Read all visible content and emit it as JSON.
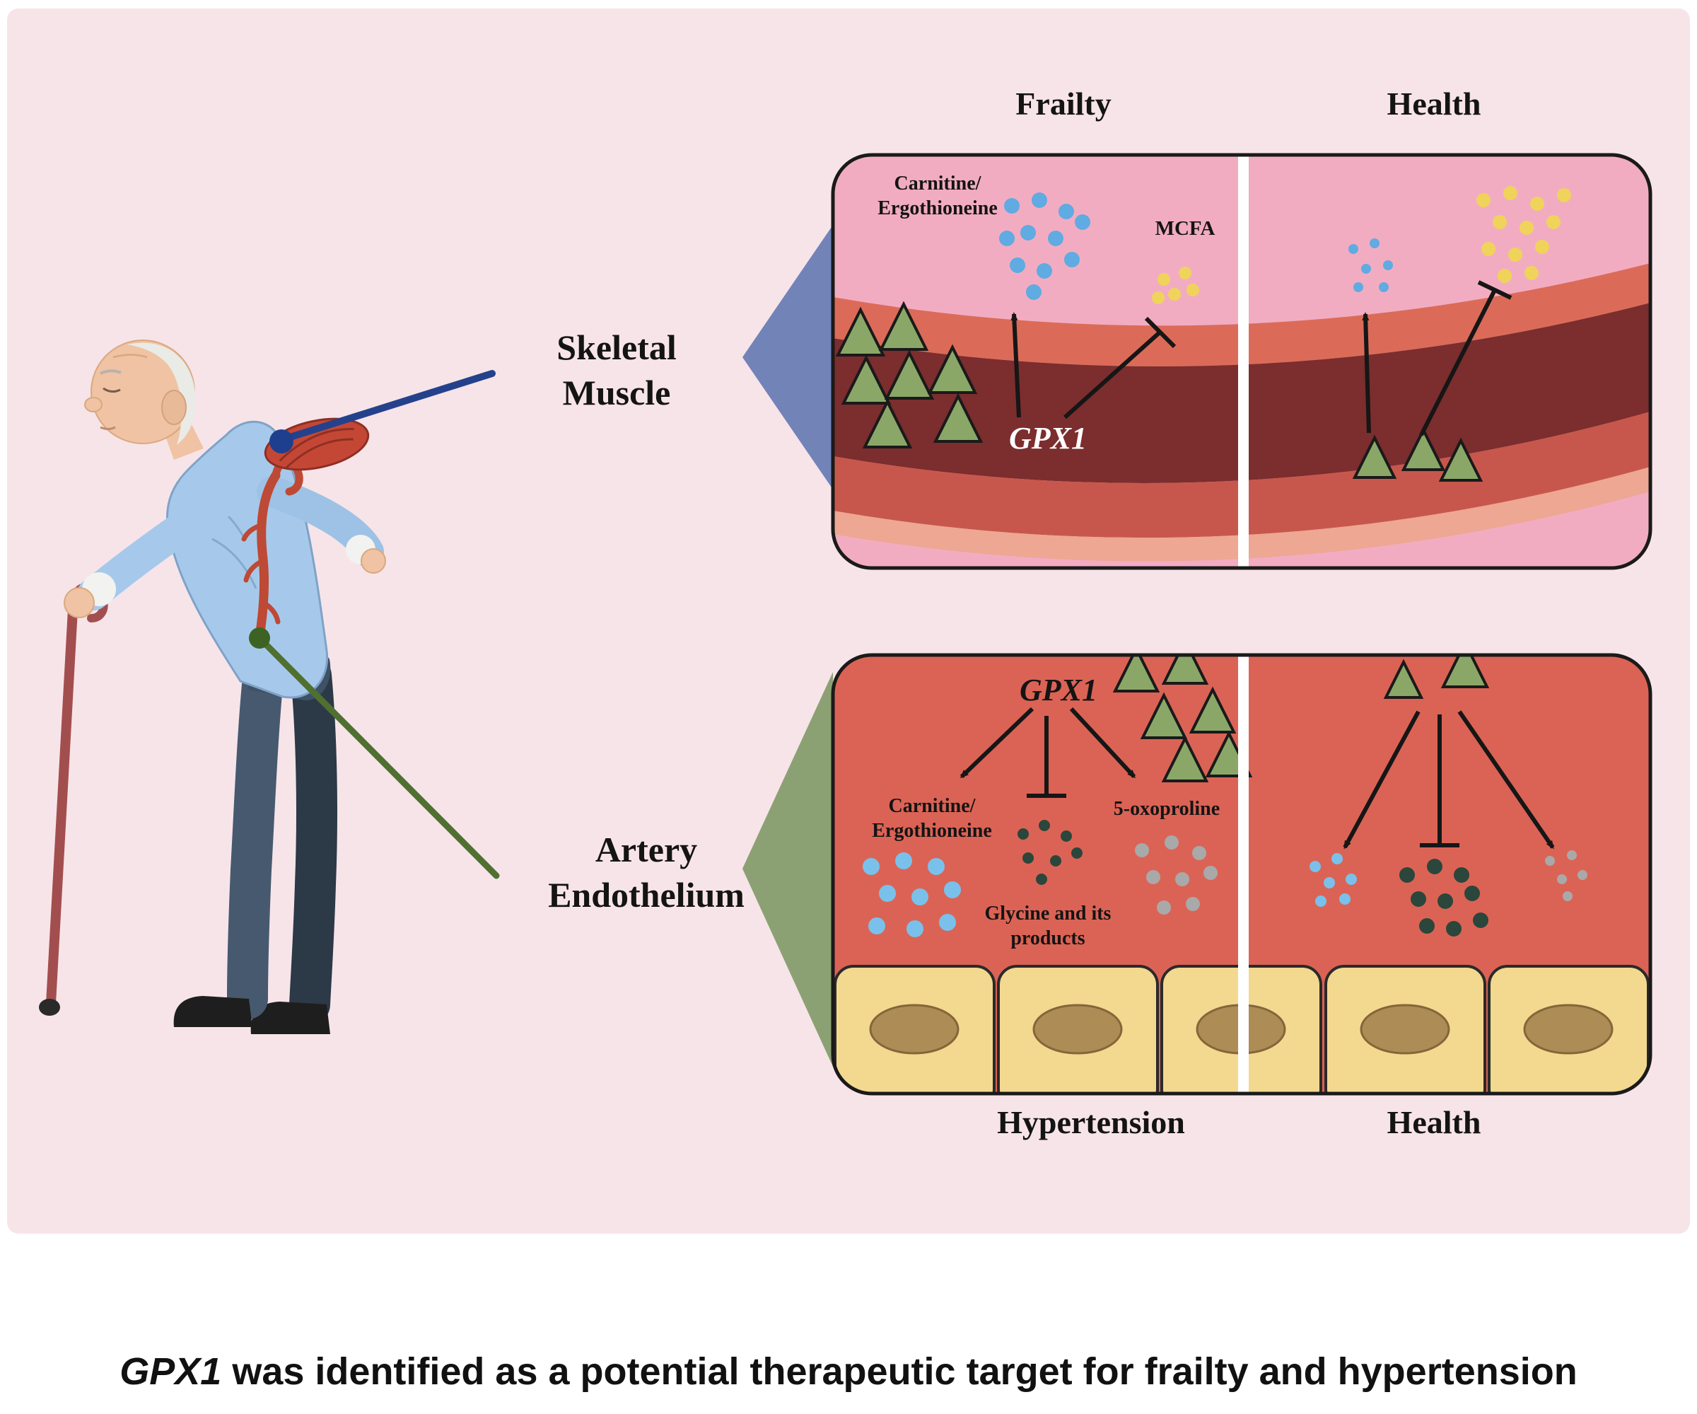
{
  "colors": {
    "background_pink": "#F7E4E9",
    "panel_pink": "#F2ACC2",
    "band_salmon": "#DB6B58",
    "band_maroon": "#7C2D2E",
    "band_red": "#C7574C",
    "band_pale": "#EDA793",
    "artery_lumen": "#DB6355",
    "cell_fill": "#F3D88F",
    "cell_nucleus": "#AD8C55",
    "triangle_green": "#8AA768",
    "dot_blue": "#5FABE2",
    "dot_yellow": "#F0D35A",
    "dot_gray": "#A9A9A9",
    "dot_dark": "#2B463B",
    "dot_lightblue": "#79C1EB",
    "pointer_blue": "#24418C",
    "pointer_green": "#4F7030",
    "wedge_blue": "#7283B8",
    "wedge_green": "#8CA173"
  },
  "labels": {
    "frailty": "Frailty",
    "health_top": "Health",
    "skeletal_line1": "Skeletal",
    "skeletal_line2": "Muscle",
    "artery_line1": "Artery",
    "artery_line2": "Endothelium",
    "hypertension": "Hypertension",
    "health_bottom": "Health"
  },
  "top_panel": {
    "carnitine_line1": "Carnitine/",
    "carnitine_line2": "Ergothioneine",
    "mcfa": "MCFA",
    "gpx1": "GPX1"
  },
  "bottom_panel": {
    "gpx1": "GPX1",
    "carnitine_line1": "Carnitine/",
    "carnitine_line2": "Ergothioneine",
    "oxoproline": "5-oxoproline",
    "glycine_line1": "Glycine and its",
    "glycine_line2": "products"
  },
  "caption": {
    "gene": "GPX1",
    "rest": " was identified as a potential therapeutic target for frailty and hypertension"
  }
}
